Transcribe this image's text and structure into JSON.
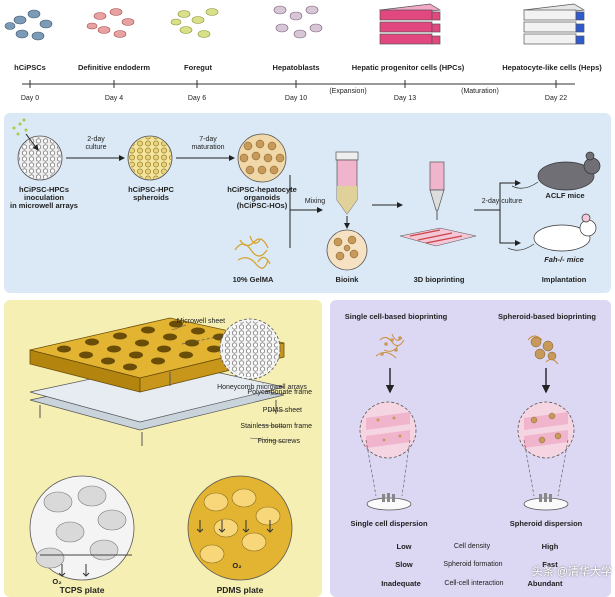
{
  "timeline": {
    "stages": [
      "hCiPSCs",
      "Definitive endoderm",
      "Foregut",
      "Hepatoblasts",
      "Hepatic progenitor cells (HPCs)",
      "Hepatocyte-like cells (Heps)"
    ],
    "days": [
      "Day 0",
      "Day 4",
      "Day 6",
      "Day 10",
      "Day 13",
      "Day 22"
    ],
    "expansion": "(Expansion)",
    "maturation": "(Maturation)"
  },
  "workflow": {
    "step1": "hCiPSC-HPCs inoculation\nin microwell arrays",
    "arrow1": "2-day\nculture",
    "step2": "hCiPSC-HPC\nspheroids",
    "arrow2": "7-day\nmaturation",
    "step3": "hCiPSC-hepatocyte\norganoids\n(hCiPSC-HOs)",
    "mixing": "Mixing",
    "gelma": "10% GelMA",
    "bioink": "Bioink",
    "bioprinting": "3D bioprinting",
    "culture": "2-day culture",
    "aclf": "ACLF mice",
    "fah": "Fah-/- mice",
    "implantation": "Implantation"
  },
  "plate": {
    "microwell_sheet": "Microwell sheet",
    "honeycomb": "Honeycomb microwell arrays",
    "polycarbonate": "Polycarbonate frame",
    "pdms_sheet": "PDMS sheet",
    "stainless": "Stainless bottom frame",
    "screws": "Fixing screws",
    "o2": "O₂",
    "tcps": "TCPS plate",
    "pdms_plate": "PDMS plate"
  },
  "comparison": {
    "single_title": "Single cell-based bioprinting",
    "spheroid_title": "Spheroid-based bioprinting",
    "single_disp": "Single cell dispersion",
    "spheroid_disp": "Spheroid dispersion",
    "rows": [
      {
        "left": "Low",
        "middle": "Cell density",
        "right": "High"
      },
      {
        "left": "Slow",
        "middle": "Spheroid formation",
        "right": "Fast"
      },
      {
        "left": "Inadequate",
        "middle": "Cell-cell interaction",
        "right": "Abundant"
      }
    ]
  },
  "watermark": "头条 @清华大学",
  "colors": {
    "blue_panel": "#dbe9f6",
    "yellow_panel": "#f5efb4",
    "purple_panel": "#dcd7f2",
    "pink": "#f0b4cc",
    "magenta": "#e0487f",
    "gold": "#d6a431"
  }
}
